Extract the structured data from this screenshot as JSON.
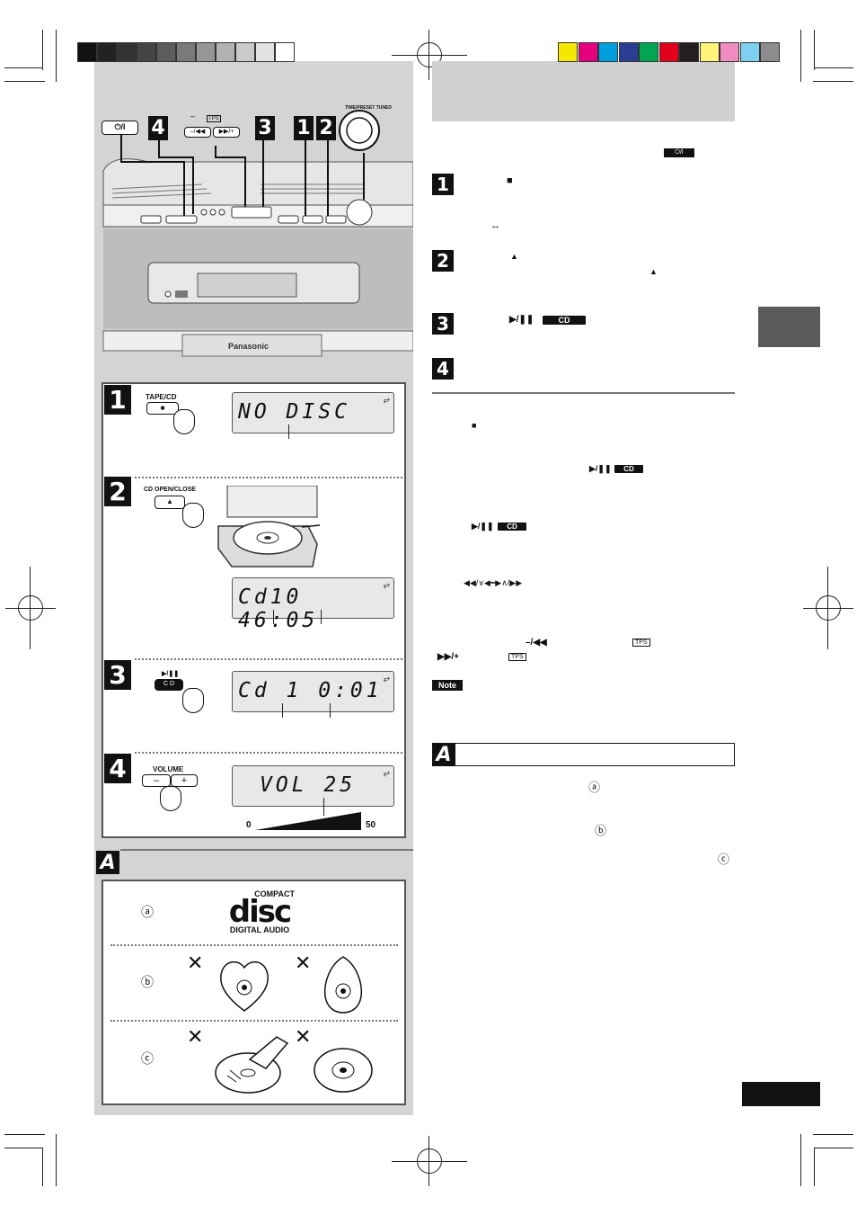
{
  "display": {
    "no_disc": "NO DISC",
    "cd_info": "Cd10 46:05",
    "cd_play": "Cd  1  0:01",
    "volume": "VOL 25",
    "repeat_icon": "⥂"
  },
  "unit": {
    "brand": "Panasonic",
    "dial_label": "TIME/PRESET TUNED"
  },
  "steps_left": {
    "s1_button": "TAPE/CD",
    "s2_button": "CD OPEN/CLOSE",
    "s3_button_top": "▶/❚❚",
    "s3_button_mid": "C D",
    "s4_button": "VOLUME",
    "s4_minus": "–",
    "s4_plus": "+",
    "vol_min": "0",
    "vol_max": "50",
    "step1": "1",
    "step2": "2",
    "step3": "3",
    "step4": "4"
  },
  "top_buttons": {
    "power": "⏻/I",
    "step4": "4",
    "skip_minus_label": "–",
    "tps_label": "TPS",
    "skip_prev": "–/◀◀",
    "skip_next": "▶▶/+",
    "step3": "3",
    "step1": "1",
    "step2": "2"
  },
  "section_a": {
    "letter": "A",
    "a_mark": "ⓐ",
    "b_mark": "ⓑ",
    "c_mark": "ⓒ",
    "logo_top": "COMPACT",
    "logo_main": "disc",
    "logo_bottom": "DIGITAL AUDIO",
    "x": "✕"
  },
  "right": {
    "power_badge": "⏻/I",
    "step1": "1",
    "step1_stop": "■",
    "step1_arrow": "↔",
    "step2": "2",
    "step2_eject": "▲",
    "step2_eject2": "▲",
    "step3": "3",
    "step3_play": "▶/❚❚",
    "step3_cd": "CD",
    "step4": "4",
    "stop_symbol": "■",
    "play_pause_1": "▶/❚❚",
    "cd_badge_1": "CD",
    "play_pause_2": "▶/❚❚",
    "cd_badge_2": "CD",
    "skip_line": "◀◀/∨◀━▶∧/▶▶",
    "skip_prev": "–/◀◀",
    "tps_1": "TPS",
    "skip_next": "▶▶/+",
    "tps_2": "TPS",
    "note": "Note",
    "section_a_letter": "A",
    "a_mark": "ⓐ",
    "b_mark": "ⓑ",
    "c_mark": "ⓒ"
  },
  "colors": {
    "gray_bars": [
      "#111111",
      "#222222",
      "#333333",
      "#444444",
      "#5c5c5c",
      "#7a7a7a",
      "#969696",
      "#b2b2b2",
      "#cacaca",
      "#e2e2e2",
      "#ffffff"
    ],
    "color_bars": [
      "#f5e800",
      "#e6007e",
      "#00a0e0",
      "#2c3e94",
      "#00a651",
      "#e2001a",
      "#231f20",
      "#fff37a",
      "#f08cc0",
      "#7fd0f0",
      "#8c8c8c"
    ],
    "panel_gray": "#d4d4d4",
    "header_gray": "#d0d0d0"
  }
}
